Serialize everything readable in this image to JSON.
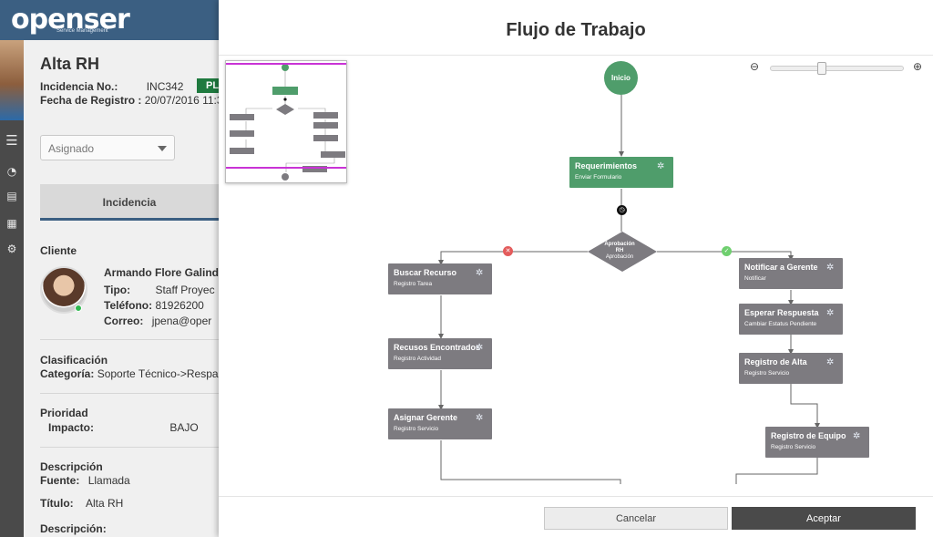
{
  "app": {
    "brand": "openser",
    "brand_sub": "Service Management"
  },
  "ticket": {
    "title": "Alta RH",
    "incident_label": "Incidencia No.:",
    "incident_value": "INC342",
    "status_badge": "PL",
    "date_label": "Fecha de Registro :",
    "date_value": "20/07/2016 11:3",
    "status_select": "Asignado",
    "tab_label": "Incidencia",
    "client_heading": "Cliente",
    "client_name": "Armando Flore Galind",
    "tipo_label": "Tipo:",
    "tipo_value": "Staff Proyec",
    "telefono_label": "Teléfono:",
    "telefono_value": "81926200",
    "correo_label": "Correo:",
    "correo_value": "jpena@oper",
    "clasificacion_heading": "Clasificación",
    "categoria_label": "Categoría:",
    "categoria_value": "Soporte Técnico->Respal",
    "prioridad_heading": "Prioridad",
    "impacto_label": "Impacto:",
    "impacto_value": "BAJO",
    "descripcion_heading": "Descripción",
    "fuente_label": "Fuente:",
    "fuente_value": "Llamada",
    "titulo_label": "Título:",
    "titulo_value": "Alta RH",
    "descripcion_label": "Descripción:"
  },
  "modal": {
    "title": "Flujo de Trabajo",
    "cancel_label": "Cancelar",
    "accept_label": "Aceptar"
  },
  "zoom": {
    "level": 0.38
  },
  "flow": {
    "start": "Inicio",
    "gateway_title": "Aprobación",
    "gateway_line2": "RH",
    "gateway_sub": "Aprobación",
    "nodes": [
      {
        "title": "Requerimientos",
        "sub": "Enviar Formulario"
      },
      {
        "title": "Buscar Recurso",
        "sub": "Registro Tarea"
      },
      {
        "title": "Recusos Encontrados",
        "sub": "Registro Actividad"
      },
      {
        "title": "Asignar Gerente",
        "sub": "Registro Servicio"
      },
      {
        "title": "Notificar a Gerente",
        "sub": "Notificar"
      },
      {
        "title": "Esperar Respuesta",
        "sub": "Cambiar Estatus Pendiente"
      },
      {
        "title": "Registro de Alta",
        "sub": "Registro Servicio"
      },
      {
        "title": "Registro de Equipo",
        "sub": "Registro Servicio"
      }
    ]
  },
  "icons": {
    "menu": "hamburger-icon",
    "dashboard": "dashboard-icon",
    "card": "id-card-icon",
    "document": "document-icon",
    "settings": "gears-icon",
    "node": "gear-cog-icon",
    "zoom_out": "zoom-out-icon",
    "zoom_in": "zoom-in-icon"
  },
  "colors": {
    "brand": "#3b5f82",
    "node_green": "#4f9d6b",
    "node_gray": "#7d7b80",
    "badge_green": "#1f7a3f",
    "reject_red": "#e35b5b",
    "approve_green": "#6fcf6f",
    "minimap_viewport": "#c933d6",
    "accept_button": "#4a4a4a"
  }
}
